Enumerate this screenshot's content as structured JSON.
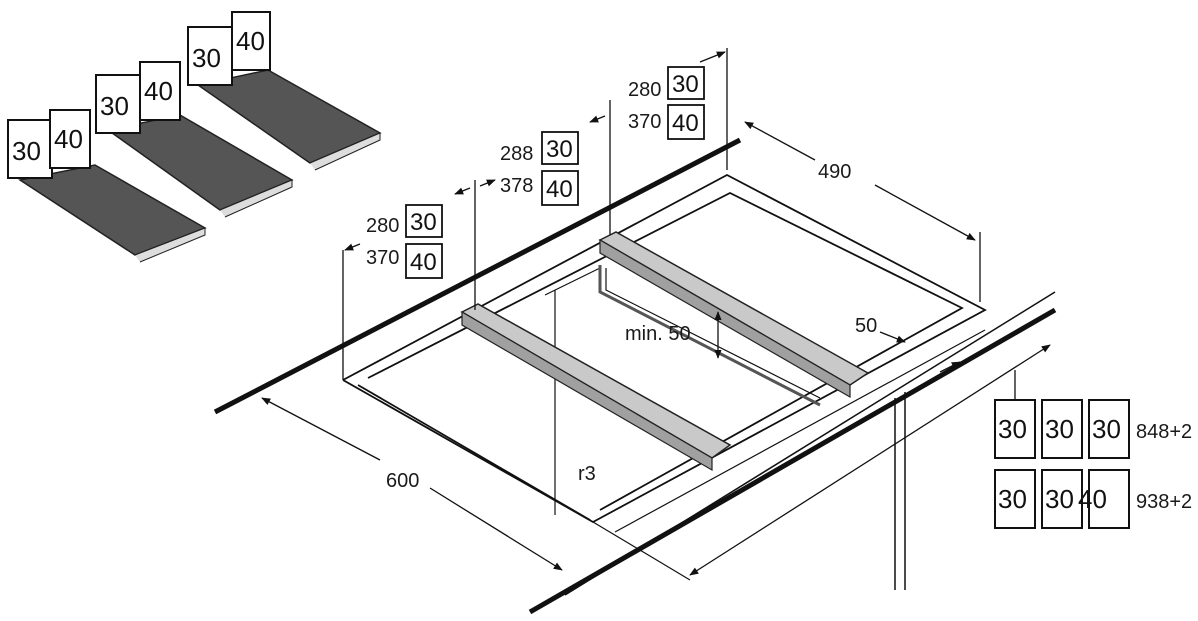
{
  "modules": [
    {
      "a": "30",
      "b": "40"
    },
    {
      "a": "30",
      "b": "40"
    },
    {
      "a": "30",
      "b": "40"
    }
  ],
  "dimensions": {
    "total_depth": "490",
    "total_width": "600",
    "min_gap": "min. 50",
    "edge": "50",
    "radius": "r3"
  },
  "cutouts": {
    "left": {
      "top_value": "280",
      "top_box": "30",
      "bottom_value": "370",
      "bottom_box": "40"
    },
    "middle": {
      "top_value": "288",
      "top_box": "30",
      "bottom_value": "378",
      "bottom_box": "40"
    },
    "right": {
      "top_value": "280",
      "top_box": "30",
      "bottom_value": "370",
      "bottom_box": "40"
    }
  },
  "width_table": {
    "row1": {
      "boxes": [
        "30",
        "30",
        "30"
      ],
      "value": "848+2"
    },
    "row2": {
      "boxes": [
        "30",
        "30",
        "40"
      ],
      "value": "938+2"
    }
  }
}
